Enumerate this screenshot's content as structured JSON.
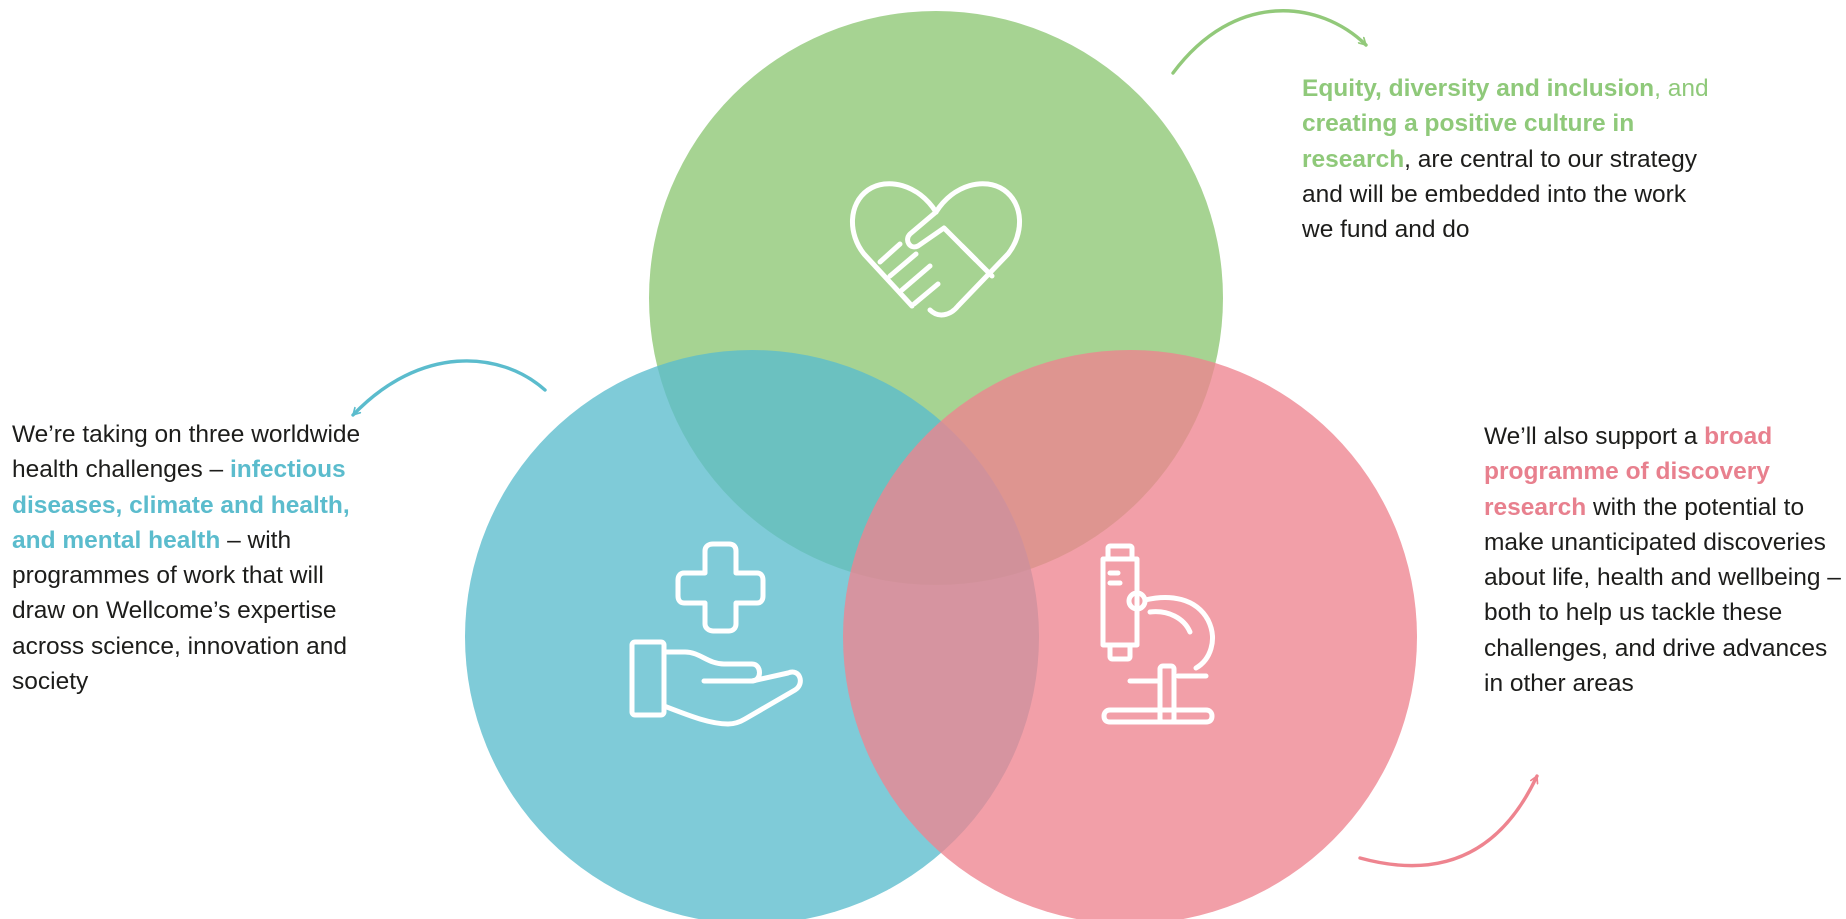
{
  "colors": {
    "green_circle": "#92c97a",
    "blue_circle": "#5bbccd",
    "pink_circle": "#ee848f",
    "green_text": "#8fc97a",
    "blue_text": "#5bbccd",
    "pink_text": "#e8808e",
    "body_text": "#1d1d1b",
    "icon_stroke": "#ffffff"
  },
  "icons": {
    "top": "heart-handshake-icon",
    "left": "hand-medical-cross-icon",
    "right": "microscope-icon"
  },
  "captions": {
    "top": {
      "part1": "Equity, diversity and inclusion",
      "part2": ", and ",
      "part3": "creating a positive culture in research",
      "part4": ", are central to our strategy and will be embedded into the work we fund and do"
    },
    "left": {
      "part1": "We’re taking on three worldwide health challenges – ",
      "part2": "infectious diseases, climate and health, and mental health",
      "part3": " – with programmes of work that will draw on Wellcome’s expertise across science, innovation and society"
    },
    "right": {
      "part1": "We’ll also support a ",
      "part2": "broad programme of discovery research",
      "part3": " with the potential to make unanticipated discoveries about life, health and wellbeing – both to help us tackle these challenges, and drive advances in other areas"
    }
  }
}
